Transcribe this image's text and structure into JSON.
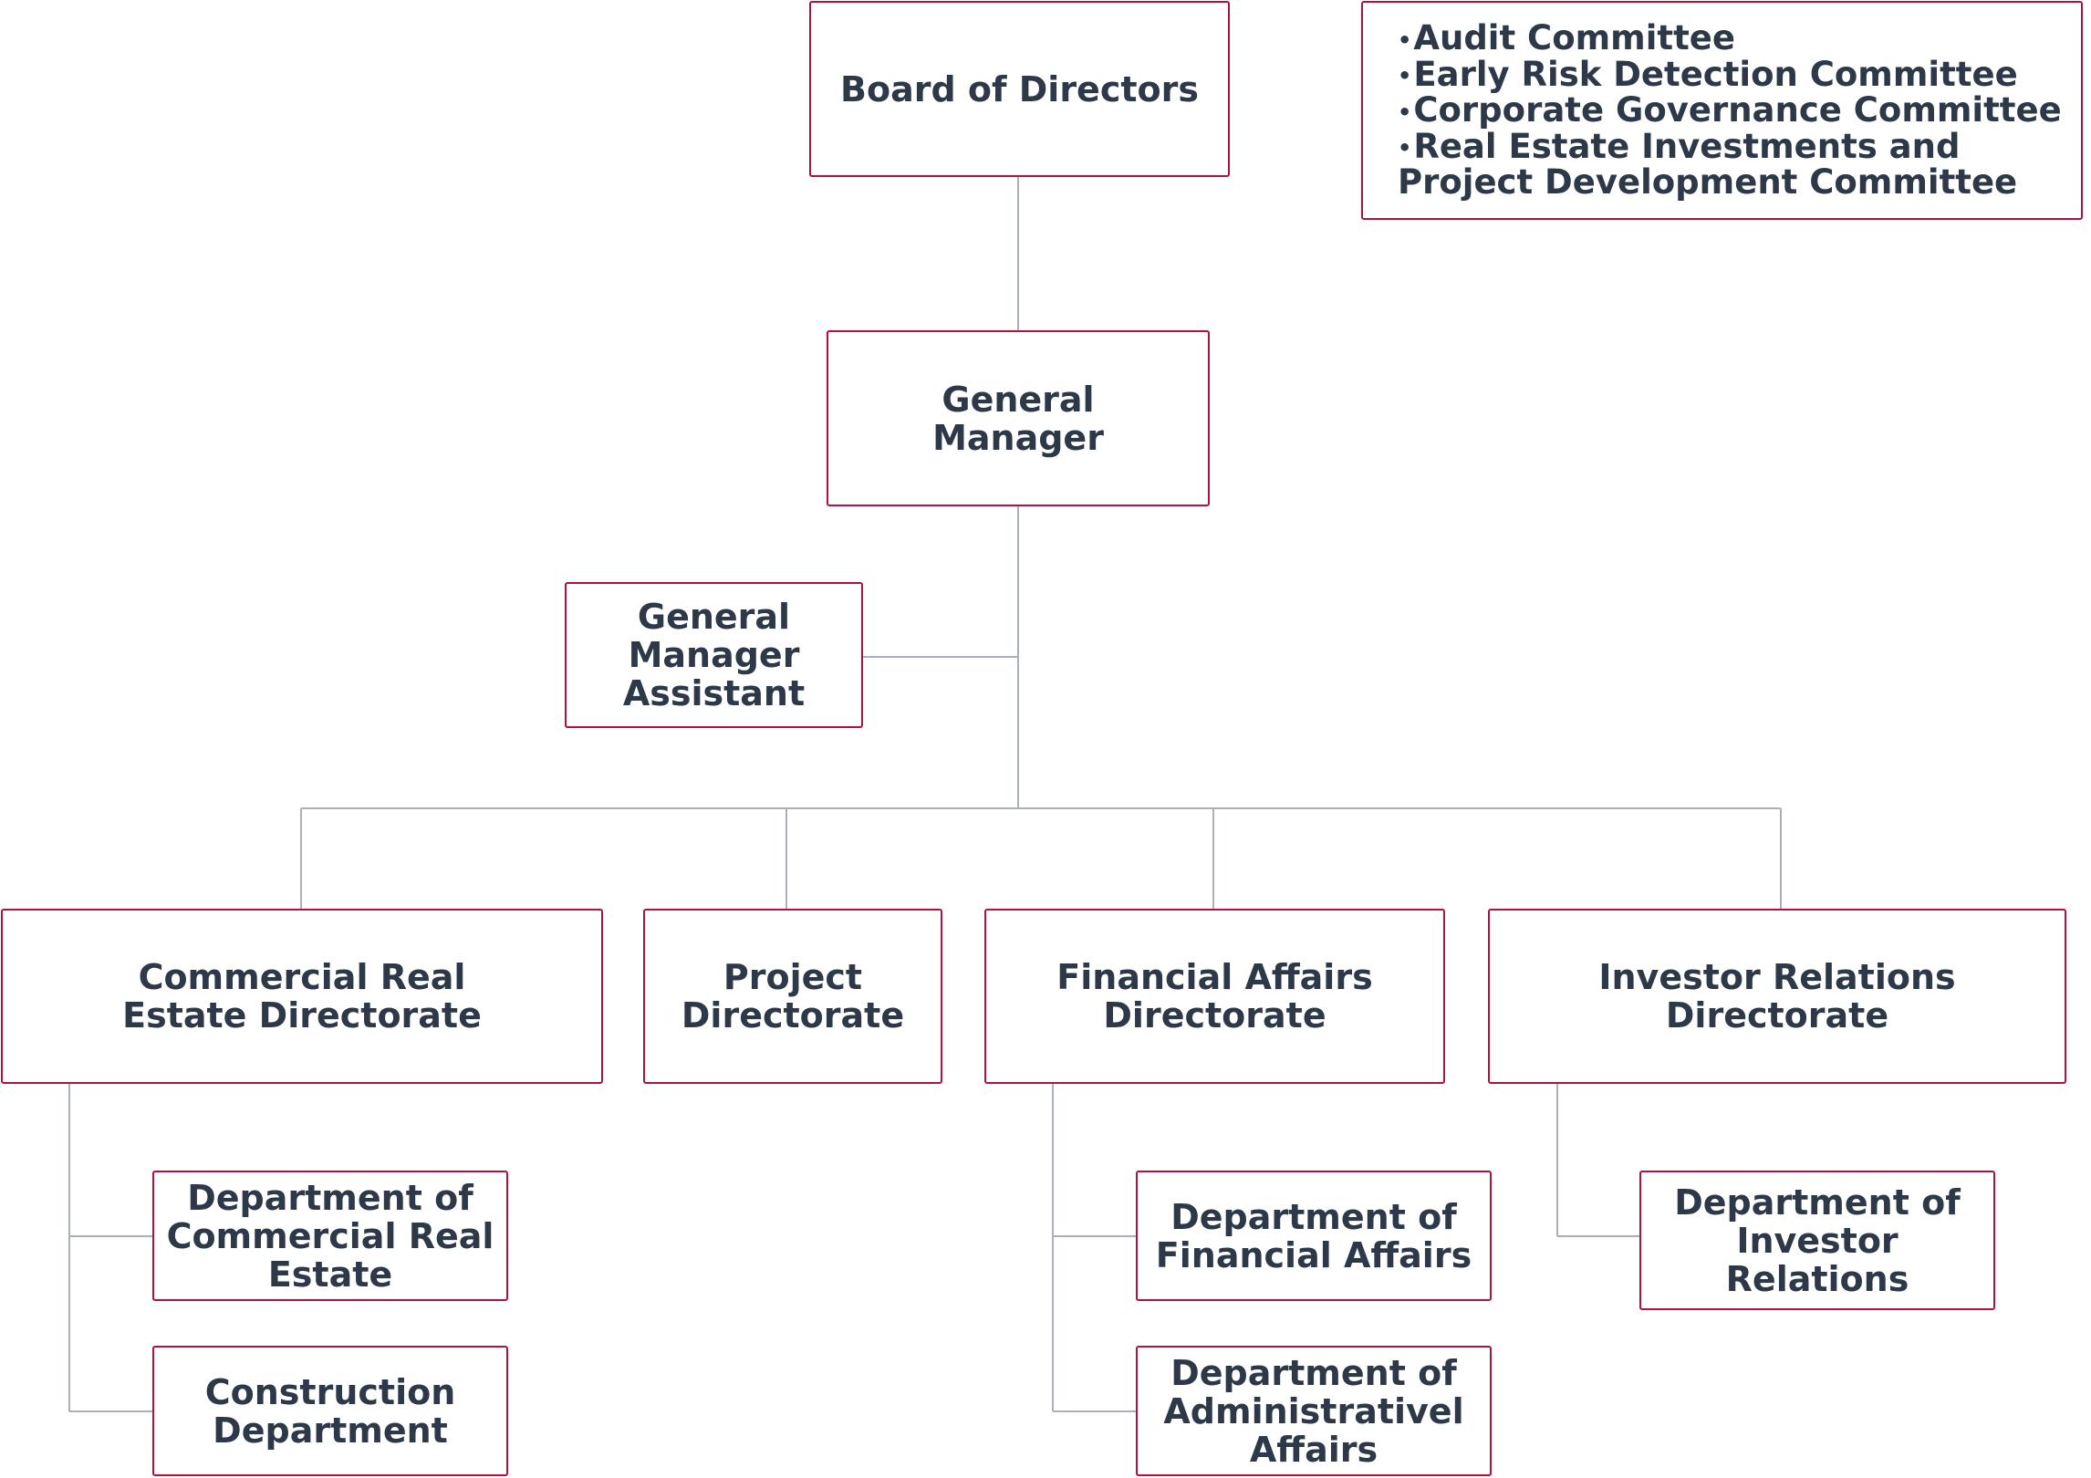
{
  "colors": {
    "border": "#b0103c",
    "text": "#2d3848",
    "connector": "#a9b0bc"
  },
  "nodes": {
    "board": "Board of Directors",
    "gm": "General Manager",
    "gm_assistant": "General Manager Assistant",
    "commercial_directorate": "Commercial Real Estate Directorate",
    "project_directorate": "Project Directorate",
    "financial_directorate": "Financial Affairs Directorate",
    "investor_directorate": "Investor Relations Directorate",
    "dept_commercial": "Department of Commercial Real Estate",
    "dept_construction": "Construction Department",
    "dept_financial": "Department of Financial Affairs",
    "dept_admin": "Department of Administrativel Affairs",
    "dept_investor": "Department of Investor Relations"
  },
  "committees": [
    "Audit Committee",
    "Early Risk Detection Committee",
    "Corporate Governance Committee",
    "Real Estate Investments and",
    "Project Development Committee"
  ]
}
